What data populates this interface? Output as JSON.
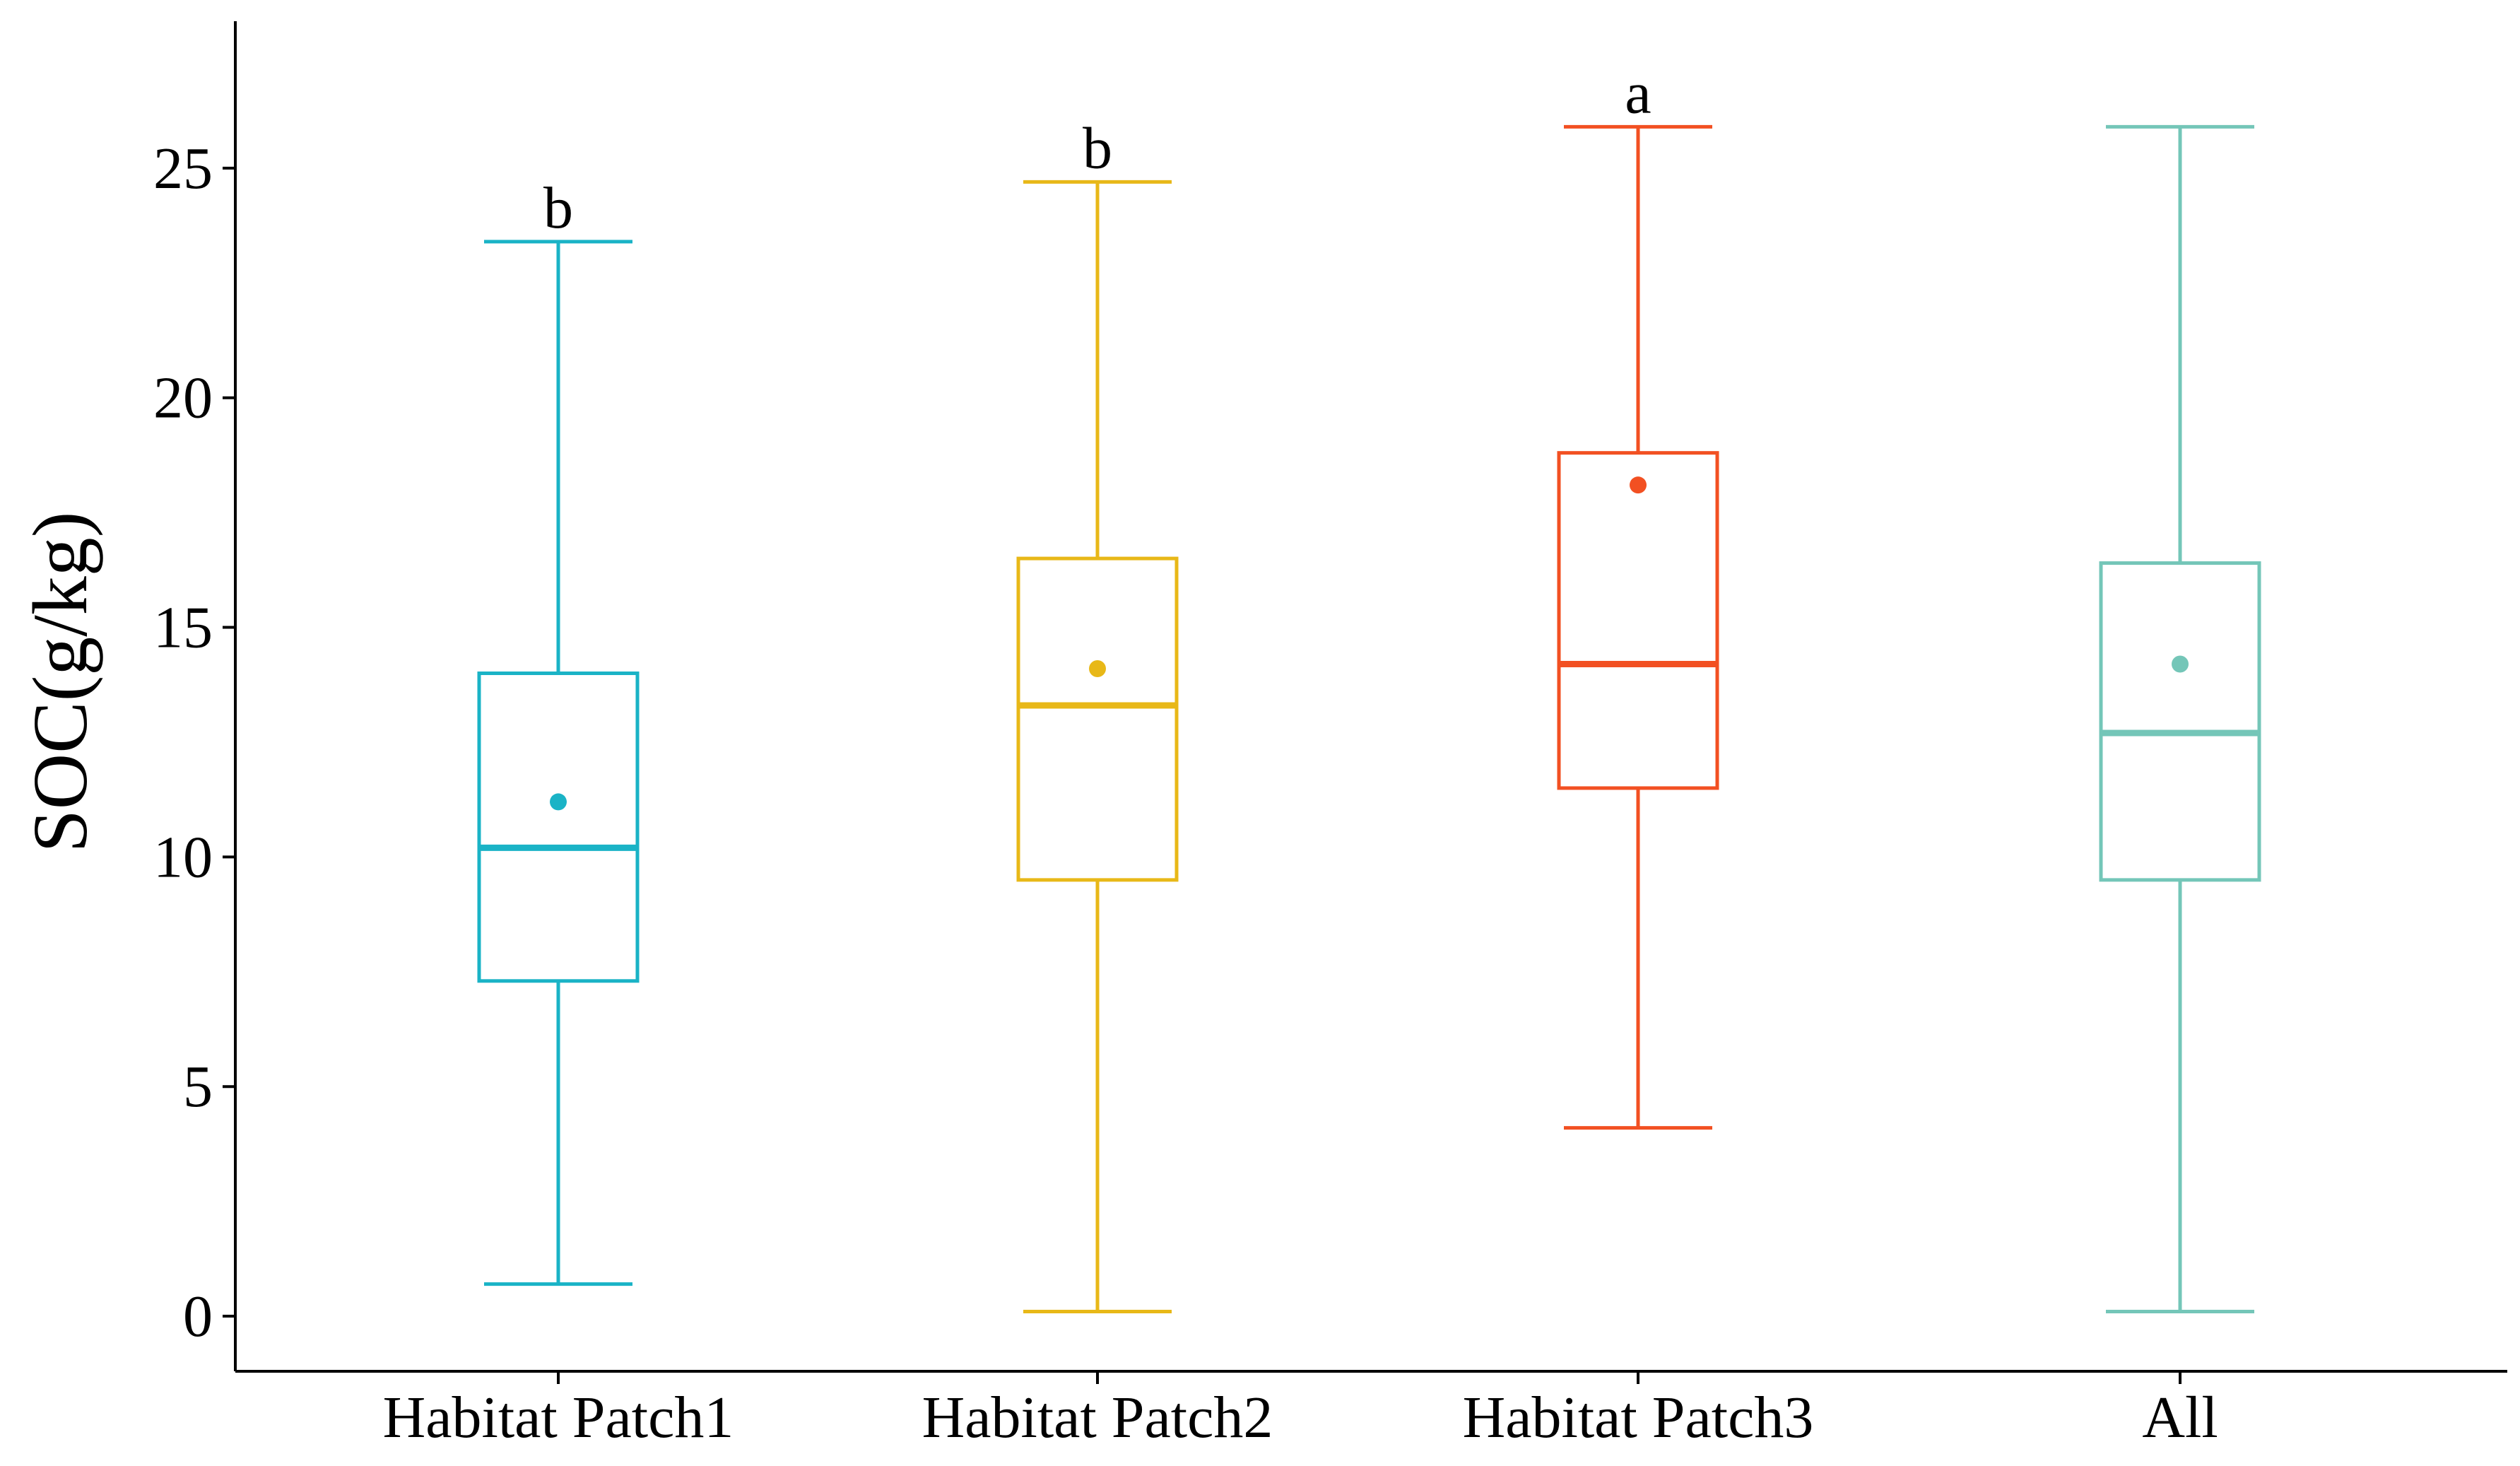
{
  "chart_data": {
    "type": "box",
    "title": "",
    "xlabel": "",
    "ylabel": "SOC(g/kg)",
    "ylim": [
      -1.2,
      28.2
    ],
    "yticks": [
      0,
      5,
      10,
      15,
      20,
      25
    ],
    "grid": false,
    "legend": "none",
    "categories": [
      "Habitat Patch1",
      "Habitat Patch2",
      "Habitat Patch3",
      "All"
    ],
    "series": [
      {
        "category": "Habitat Patch1",
        "min": 0.7,
        "q1": 7.3,
        "median": 10.2,
        "q3": 14.0,
        "max": 23.4,
        "mean": 11.2,
        "letter": "b",
        "color": "#1ab3c6"
      },
      {
        "category": "Habitat Patch2",
        "min": 0.1,
        "q1": 9.5,
        "median": 13.3,
        "q3": 16.5,
        "max": 24.7,
        "mean": 14.1,
        "letter": "b",
        "color": "#e8b818"
      },
      {
        "category": "Habitat Patch3",
        "min": 4.1,
        "q1": 11.5,
        "median": 14.2,
        "q3": 18.8,
        "max": 25.9,
        "mean": 18.1,
        "letter": "a",
        "color": "#f25022"
      },
      {
        "category": "All",
        "min": 0.1,
        "q1": 9.5,
        "median": 12.7,
        "q3": 16.4,
        "max": 25.9,
        "mean": 14.2,
        "letter": "",
        "color": "#74c6b8"
      }
    ]
  }
}
